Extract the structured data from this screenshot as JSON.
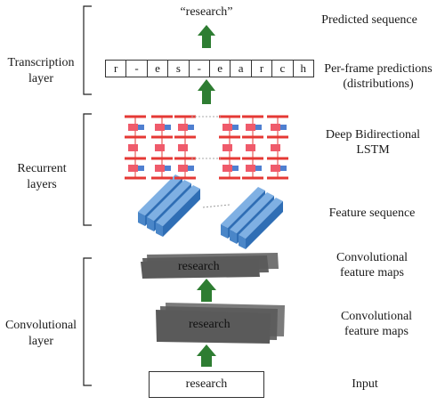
{
  "output": {
    "text": "“research”"
  },
  "frames": [
    "r",
    "-",
    "e",
    "s",
    "-",
    "e",
    "a",
    "r",
    "c",
    "h"
  ],
  "input": {
    "text": "research"
  },
  "feature_maps": {
    "top_text": "research",
    "bottom_text": "research"
  },
  "layers": {
    "transcription": "Transcription layer",
    "recurrent": "Recurrent layers",
    "convolutional": "Convolutional layer"
  },
  "labels": {
    "predicted_sequence": "Predicted sequence",
    "per_frame_1": "Per-frame predictions",
    "per_frame_2": "(distributions)",
    "lstm_1": "Deep Bidirectional",
    "lstm_2": "LSTM",
    "feature_sequence": "Feature sequence",
    "conv_maps_top_1": "Convolutional",
    "conv_maps_top_2": "feature maps",
    "conv_maps_bottom_1": "Convolutional",
    "conv_maps_bottom_2": "feature maps",
    "input": "Input"
  },
  "colors": {
    "arrow": "#2e7d32",
    "lstm_bar": "#e53935",
    "lstm_cell": "#ef5b6b",
    "lstm_gate": "#4f7fd0",
    "feature_block": "#4a86c8",
    "feature_map": "#555555"
  }
}
